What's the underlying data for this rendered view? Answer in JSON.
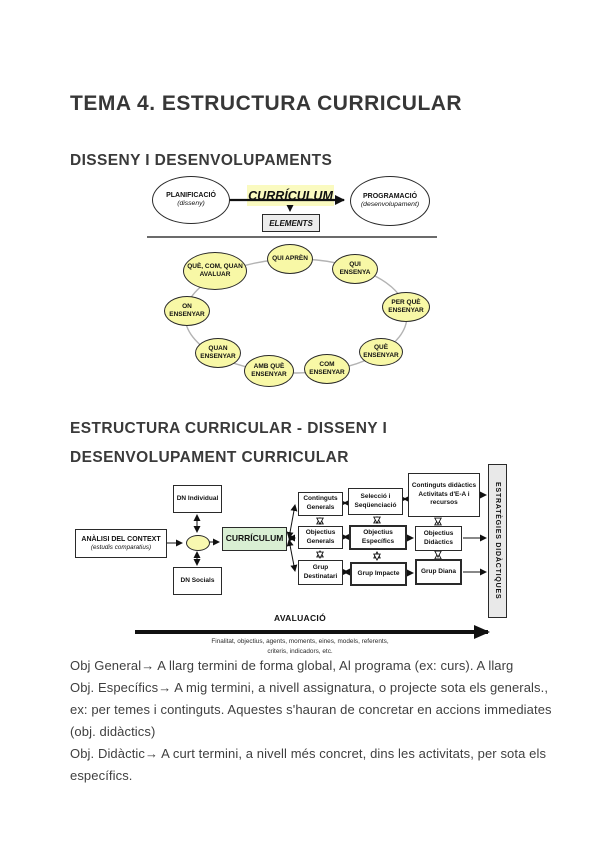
{
  "doc": {
    "title": "TEMA 4. ESTRUCTURA CURRICULAR",
    "section1_heading": "DISSENY I DESENVOLUPAMENTS",
    "section2_heading": "ESTRUCTURA CURRICULAR - DISSENY I DESENVOLUPAMENT CURRICULAR"
  },
  "colors": {
    "highlight_yellow": "#fafac0",
    "node_yellow": "#f8f8a6",
    "curriculum_green": "#d9efd3",
    "box_gray": "#ececec",
    "bar_gray": "#e9e9e9"
  },
  "diagram1": {
    "planificacio": {
      "label": "PLANIFICACIÓ",
      "sub": "(disseny)"
    },
    "curriculum": "CURRÍCULUM",
    "programacio": {
      "label": "PROGRAMACIÓ",
      "sub": "(desenvolupament)"
    },
    "elements": "ELEMENTS",
    "ring": [
      {
        "label": "QUÈ, COM, QUAN AVALUAR"
      },
      {
        "label": "QUI APRÈN"
      },
      {
        "label": "QUI ENSENYA"
      },
      {
        "label": "PER QUÈ ENSENYAR"
      },
      {
        "label": "ON ENSENYAR"
      },
      {
        "label": "QUÈ ENSENYAR"
      },
      {
        "label": "QUAN ENSENYAR"
      },
      {
        "label": "COM ENSENYAR"
      },
      {
        "label": "AMB QUÈ ENSENYAR"
      }
    ]
  },
  "diagram2": {
    "analisi": {
      "label": "ANÀLISI DEL CONTEXT",
      "sub": "(estudis comparatius)"
    },
    "dn_individual": "DN Individual",
    "dn_socials": "DN Socials",
    "curriculum": "CURRÍCULUM",
    "continguts_generals": "Continguts Generals",
    "objectius_generals": "Objectius Generals",
    "grup_destinatari": "Grup Destinatari",
    "seleccio": "Selecció i Seqüenciació",
    "objectius_especifics": "Objectius Específics",
    "grup_impacte": "Grup Impacte",
    "continguts_didactics": "Continguts didàctics Activitats d'E-A i recursos",
    "objectius_didactics": "Objectius Didàctics",
    "grup_diana": "Grup Diana",
    "estrategies_bar": "ESTRATÈGIES DIDÀCTIQUES",
    "avaluacio": "AVALUACIÓ",
    "av_caption_1": "Finalitat, objectius, agents, moments, eines, models, referents,",
    "av_caption_2": "criteris, indicadors, etc."
  },
  "body": {
    "paragraphs": [
      {
        "lines": [
          "Obj General→ A llarg termini de forma global, Al programa (ex: curs). A llarg"
        ]
      },
      {
        "lines": [
          "Obj. Específics→ A mig termini, a nivell assignatura, o projecte sota els generals.,",
          "ex: per temes i continguts. Aquestes s'hauran de concretar en accions immediates",
          "(obj. didàctics)"
        ]
      },
      {
        "lines": [
          "Obj. Didàctic→ A curt termini, a nivell més concret, dins les activitats, per sota els",
          "específics."
        ]
      }
    ]
  }
}
